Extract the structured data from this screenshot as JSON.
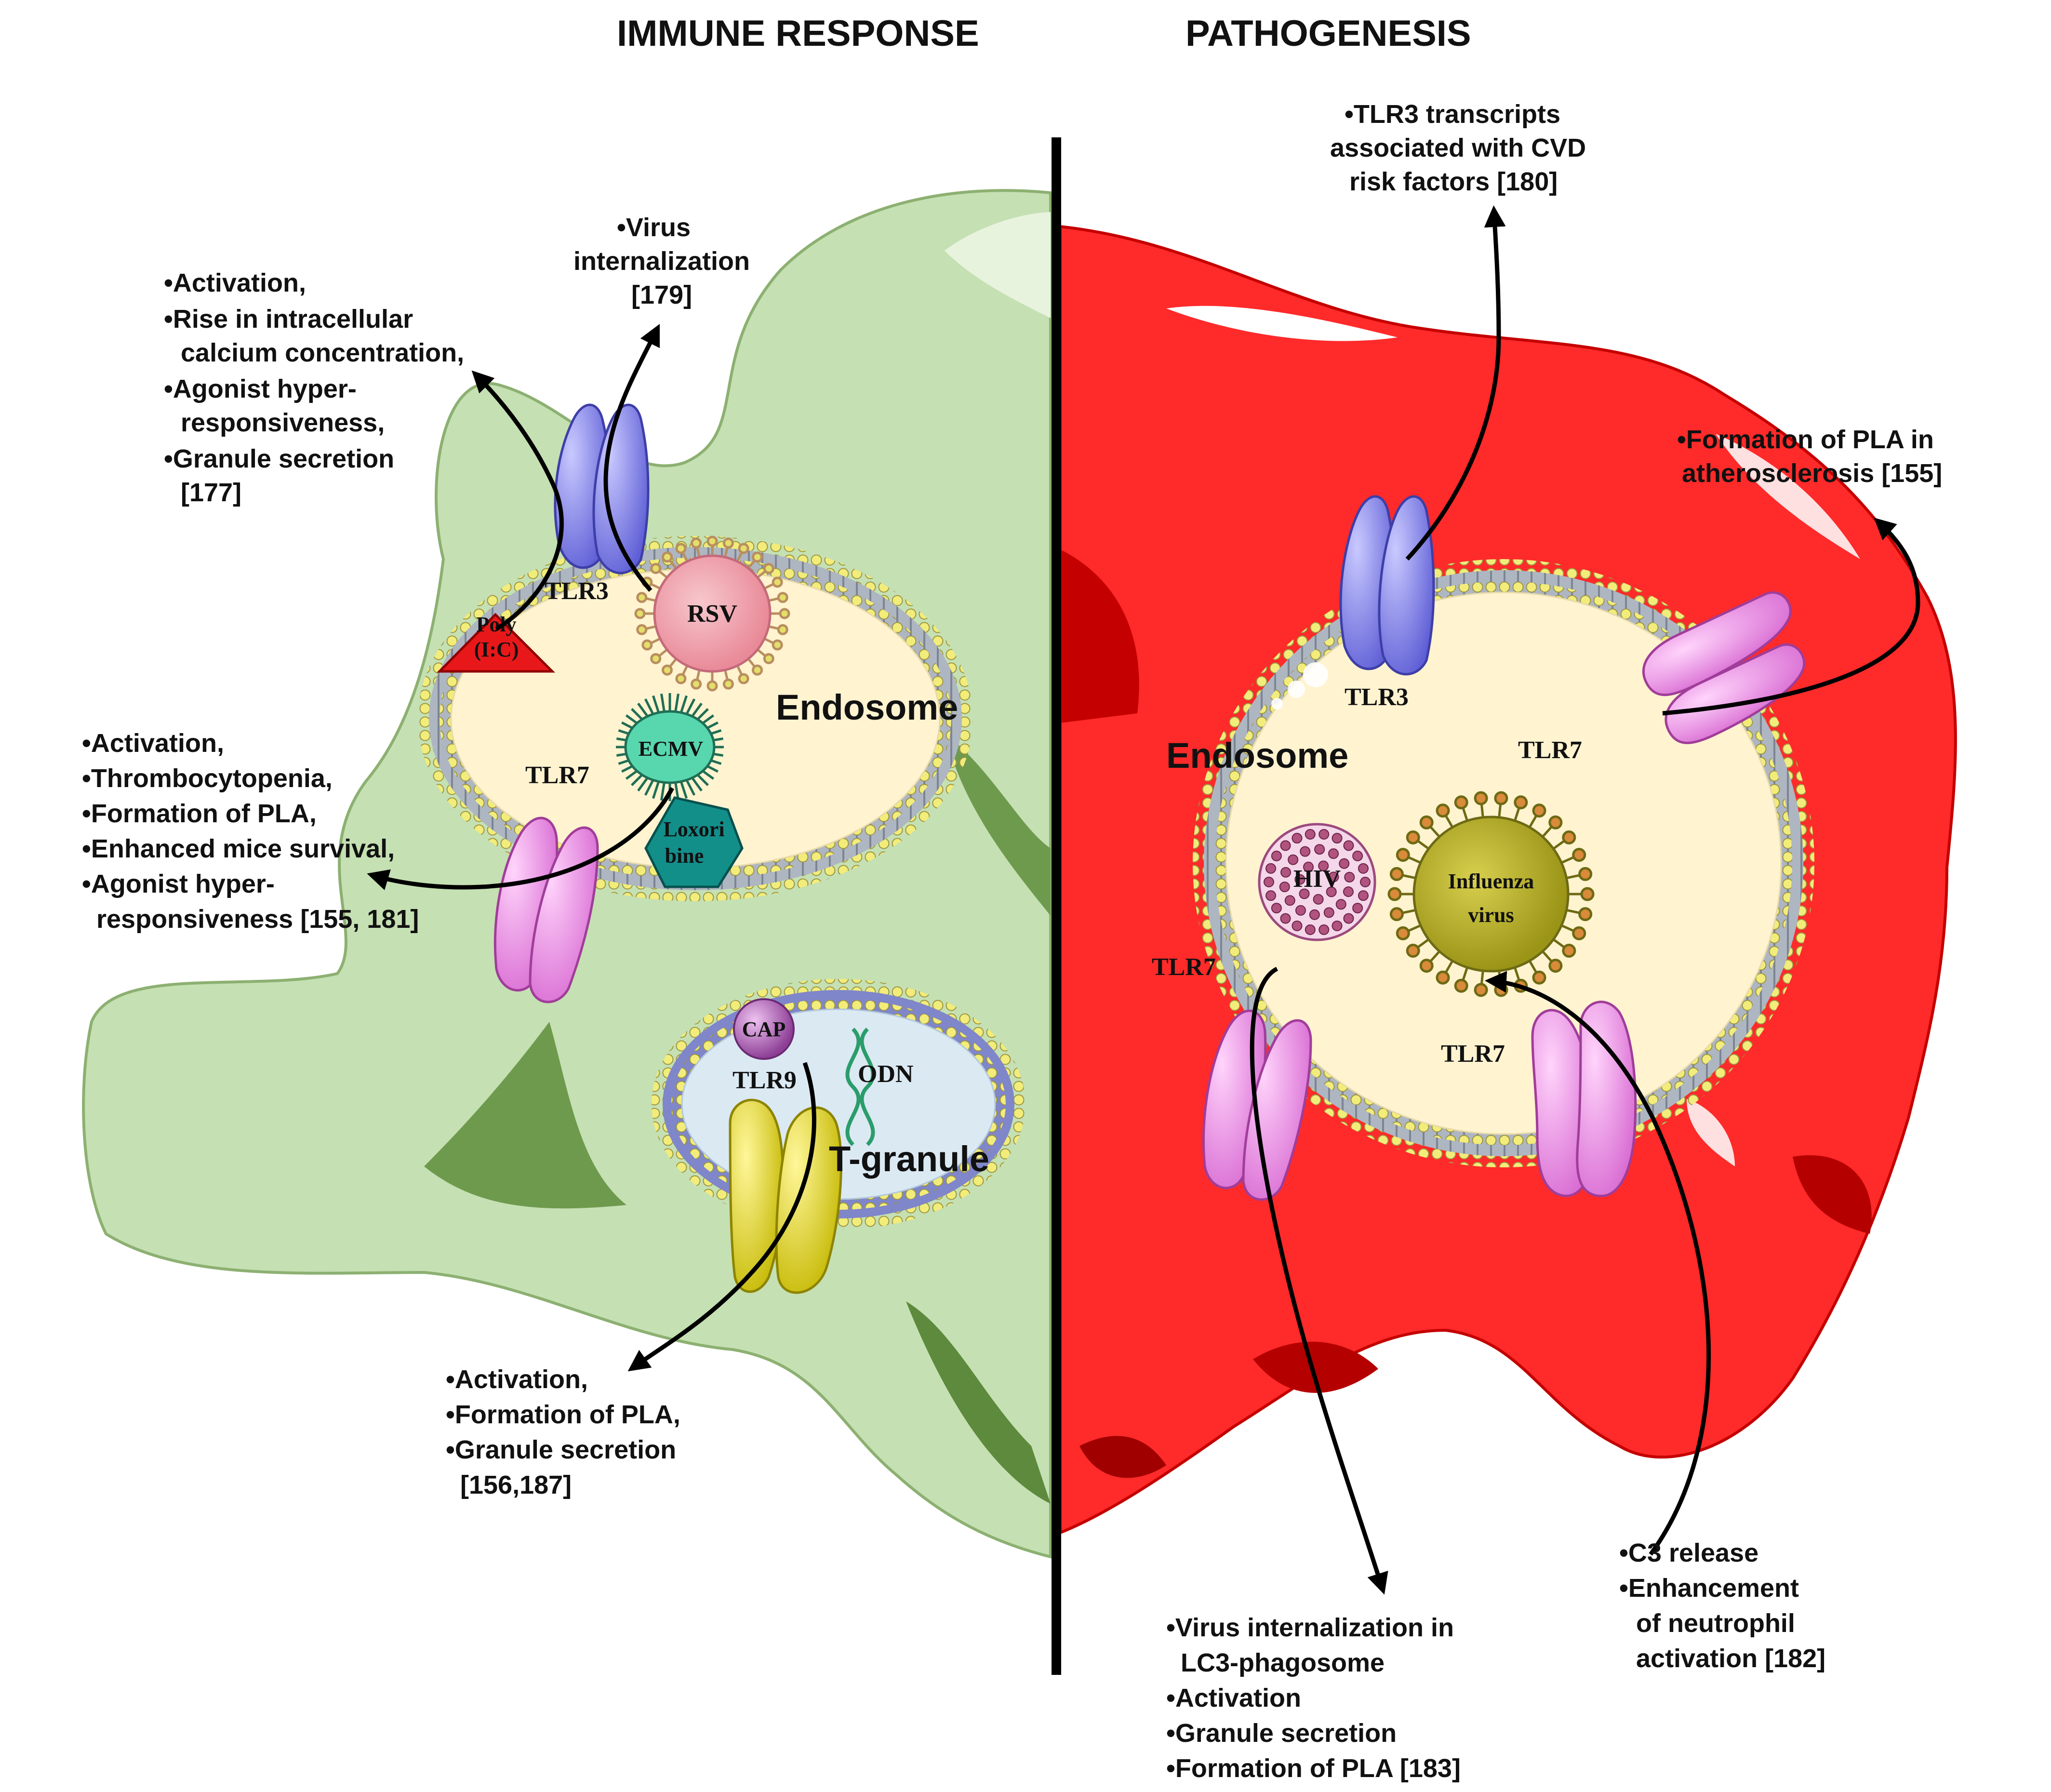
{
  "titles": {
    "left": "IMMUNE RESPONSE",
    "right": "PATHOGENESIS"
  },
  "left": {
    "endosome_label": "Endosome",
    "granule_label": "T-granule",
    "receptors": {
      "tlr3": "TLR3",
      "tlr7": "TLR7",
      "tlr9": "TLR9"
    },
    "ligands": {
      "polyic": [
        "Poly",
        "(I:C)"
      ],
      "rsv": "RSV",
      "ecmv": "ECMV",
      "loxoribine": [
        "Loxori",
        "bine"
      ],
      "cap": "CAP",
      "odn": "ODN"
    },
    "notes": {
      "tlr3_effects": [
        "•Activation,",
        "•Rise in intracellular",
        "calcium concentration,",
        "•Agonist hyper-",
        "responsiveness,",
        "•Granule secretion",
        "[177]"
      ],
      "virus_internalization": [
        "•Virus",
        "internalization",
        "[179]"
      ],
      "tlr7_effects": [
        "•Activation,",
        "•Thrombocytopenia,",
        "•Formation of PLA,",
        "•Enhanced mice survival,",
        "•Agonist hyper-",
        "responsiveness [155, 181]"
      ],
      "tlr9_effects": [
        "•Activation,",
        "•Formation of PLA,",
        "•Granule secretion",
        "[156,187]"
      ]
    }
  },
  "right": {
    "endosome_label": "Endosome",
    "receptors": {
      "tlr3": "TLR3",
      "tlr7_top": "TLR7",
      "tlr7_left": "TLR7",
      "tlr7_right": "TLR7"
    },
    "viruses": {
      "hiv": "HIV",
      "influenza": [
        "Influenza",
        "virus"
      ]
    },
    "notes": {
      "tlr3_transcripts": [
        "•TLR3 transcripts",
        "associated with CVD",
        "risk factors [180]"
      ],
      "pla_atherosclerosis": [
        "•Formation of PLA in",
        "atherosclerosis [155]"
      ],
      "hiv_effects": [
        "•Virus internalization in",
        "LC3-phagosome",
        "•Activation",
        "•Granule secretion",
        "•Formation of PLA [183]"
      ],
      "influenza_effects": [
        "•C3 release",
        "•Enhancement",
        "of neutrophil",
        "activation [182]"
      ]
    }
  },
  "colors": {
    "platelet_green": "#c5e0b3",
    "platelet_green_dark": "#5d8a3c",
    "platelet_red": "#ff2a2a",
    "platelet_red_dark": "#b50000",
    "endosome_fill": "#fff3d0",
    "membrane_bead": "#f2ec7a",
    "tlr3": "#8f8ff2",
    "tlr7": "#f39cf0",
    "tlr9": "#e8e02a",
    "rsv": "#f3a3ae",
    "ecmv": "#58d7ae",
    "loxoribine": "#138f8a",
    "polyic": "#e8181a",
    "cap": "#b363ba",
    "hiv": "#f4d7e9",
    "influenza": "#bbb327"
  }
}
